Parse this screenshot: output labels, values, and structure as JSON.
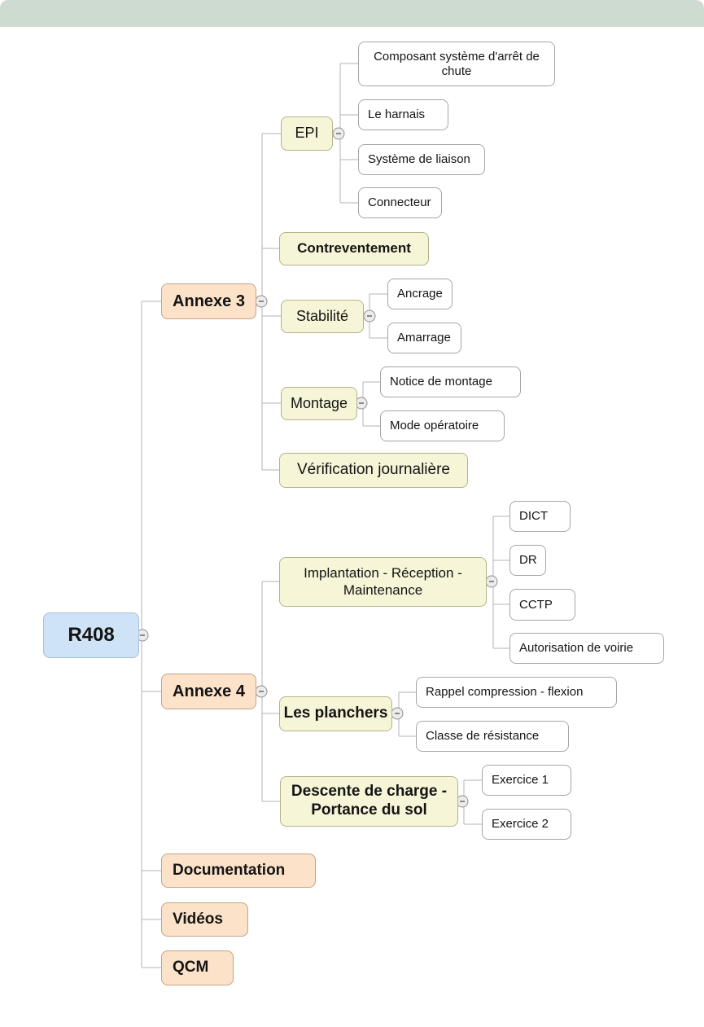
{
  "app": {
    "top_bar_color": "#cedbd0",
    "canvas_color": "#ffffff"
  },
  "palette": {
    "root_fill": "#cfe3f7",
    "root_border": "#a9bed9",
    "branch_fill": "#fbe2c9",
    "branch_border": "#c8a184",
    "topic_fill": "#f6f5d7",
    "topic_border": "#b5b28a",
    "leaf_fill": "#ffffff",
    "leaf_border": "#a6a6a6",
    "connector_color": "#b3b3b3",
    "toggle_fill": "#ececec",
    "toggle_border": "#8f8f8f"
  },
  "toggle": {
    "glyph": "minus"
  },
  "tree": {
    "label": "R408",
    "children": [
      {
        "label": "Annexe 3",
        "children": [
          {
            "label": "EPI",
            "children": [
              {
                "label": "Composant système d'arrêt de chute"
              },
              {
                "label": "Le harnais"
              },
              {
                "label": "Système de liaison"
              },
              {
                "label": "Connecteur"
              }
            ]
          },
          {
            "label": "Contreventement"
          },
          {
            "label": "Stabilité",
            "children": [
              {
                "label": "Ancrage"
              },
              {
                "label": "Amarrage"
              }
            ]
          },
          {
            "label": "Montage",
            "children": [
              {
                "label": "Notice de montage"
              },
              {
                "label": "Mode opératoire"
              }
            ]
          },
          {
            "label": "Vérification journalière"
          }
        ]
      },
      {
        "label": "Annexe 4",
        "children": [
          {
            "label": "Implantation - Réception - Maintenance",
            "children": [
              {
                "label": "DICT"
              },
              {
                "label": "DR"
              },
              {
                "label": "CCTP"
              },
              {
                "label": "Autorisation de voirie"
              }
            ]
          },
          {
            "label": "Les planchers",
            "children": [
              {
                "label": "Rappel compression - flexion"
              },
              {
                "label": "Classe de résistance"
              }
            ]
          },
          {
            "label": "Descente de charge - Portance du sol",
            "children": [
              {
                "label": "Exercice 1"
              },
              {
                "label": "Exercice 2"
              }
            ]
          }
        ]
      },
      {
        "label": "Documentation"
      },
      {
        "label": "Vidéos"
      },
      {
        "label": "QCM"
      }
    ]
  }
}
